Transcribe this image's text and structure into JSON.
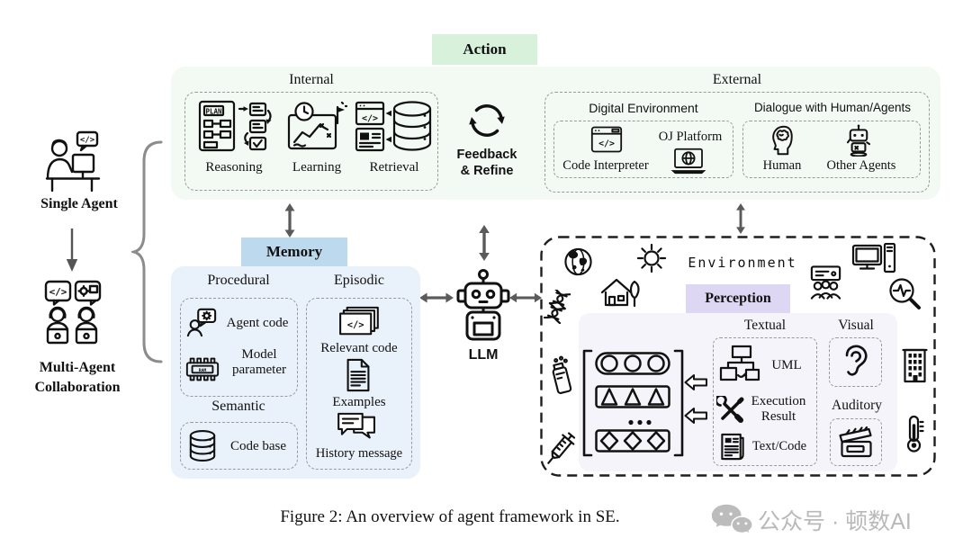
{
  "figure": {
    "caption": "Figure 2: An overview of agent framework in SE.",
    "watermark": "公众号 · 顿数AI"
  },
  "left_panel": {
    "single_agent": {
      "label": "Single Agent",
      "icon": "single-agent-icon"
    },
    "multi_agent": {
      "label": "Multi-Agent Collaboration",
      "icon": "multi-agent-icon"
    }
  },
  "action": {
    "title": "Action",
    "feedback": {
      "label": "Feedback & Refine",
      "icon": "feedback-refine-icon"
    },
    "internal": {
      "title": "Internal",
      "items": [
        {
          "label": "Reasoning",
          "icon": "reasoning-icon"
        },
        {
          "label": "Learning",
          "icon": "learning-icon"
        },
        {
          "label": "Retrieval",
          "icon": "retrieval-icon"
        }
      ]
    },
    "external": {
      "title": "External",
      "digital_environment": {
        "title": "Digital Environment",
        "items": [
          {
            "label": "Code Interpreter",
            "icon": "code-interpreter-icon"
          },
          {
            "label": "OJ Platform",
            "icon": "oj-platform-icon"
          }
        ]
      },
      "dialogue": {
        "title": "Dialogue with Human/Agents",
        "items": [
          {
            "label": "Human",
            "icon": "human-icon"
          },
          {
            "label": "Other Agents",
            "icon": "other-agents-icon"
          }
        ]
      }
    }
  },
  "memory": {
    "title": "Memory",
    "procedural": {
      "title": "Procedural",
      "items": [
        {
          "label": "Agent code",
          "icon": "agent-code-icon"
        },
        {
          "label": "Model parameter",
          "icon": "model-parameter-icon"
        }
      ]
    },
    "episodic": {
      "title": "Episodic",
      "items": [
        {
          "label": "Relevant code",
          "icon": "relevant-code-icon"
        },
        {
          "label": "Examples",
          "icon": "examples-icon"
        },
        {
          "label": "History message",
          "icon": "history-message-icon"
        }
      ]
    },
    "semantic": {
      "title": "Semantic",
      "items": [
        {
          "label": "Code base",
          "icon": "code-base-icon"
        }
      ]
    }
  },
  "llm": {
    "label": "LLM",
    "icon": "llm-robot-icon"
  },
  "environment": {
    "title": "Environment",
    "ambient_icons": [
      "globe-icon",
      "sun-icon",
      "house-icon",
      "dna-icon",
      "flask-icon",
      "syringe-icon",
      "meeting-icon",
      "computer-icon",
      "ecg-magnifier-icon",
      "building-icon",
      "thermometer-icon"
    ],
    "perception": {
      "title": "Perception",
      "matrix_ellipsis": "...",
      "textual": {
        "title": "Textual",
        "items": [
          {
            "label": "UML",
            "icon": "uml-icon"
          },
          {
            "label": "Execution Result",
            "icon": "execution-result-icon"
          },
          {
            "label": "Text/Code",
            "icon": "text-code-icon"
          }
        ]
      },
      "visual": {
        "title": "Visual",
        "icon": "ear-icon"
      },
      "auditory": {
        "title": "Auditory",
        "icon": "clapperboard-icon"
      }
    }
  },
  "colors": {
    "action_chip": "#d8f1db",
    "action_box": "#f3faf4",
    "memory_chip": "#bdd9ed",
    "memory_box": "#e9f1fa",
    "perception_chip": "#ded7f3",
    "perception_box": "#f6f4fb",
    "arrow": "#5a5a5a",
    "watermark_gray": "#b9b9b9"
  }
}
